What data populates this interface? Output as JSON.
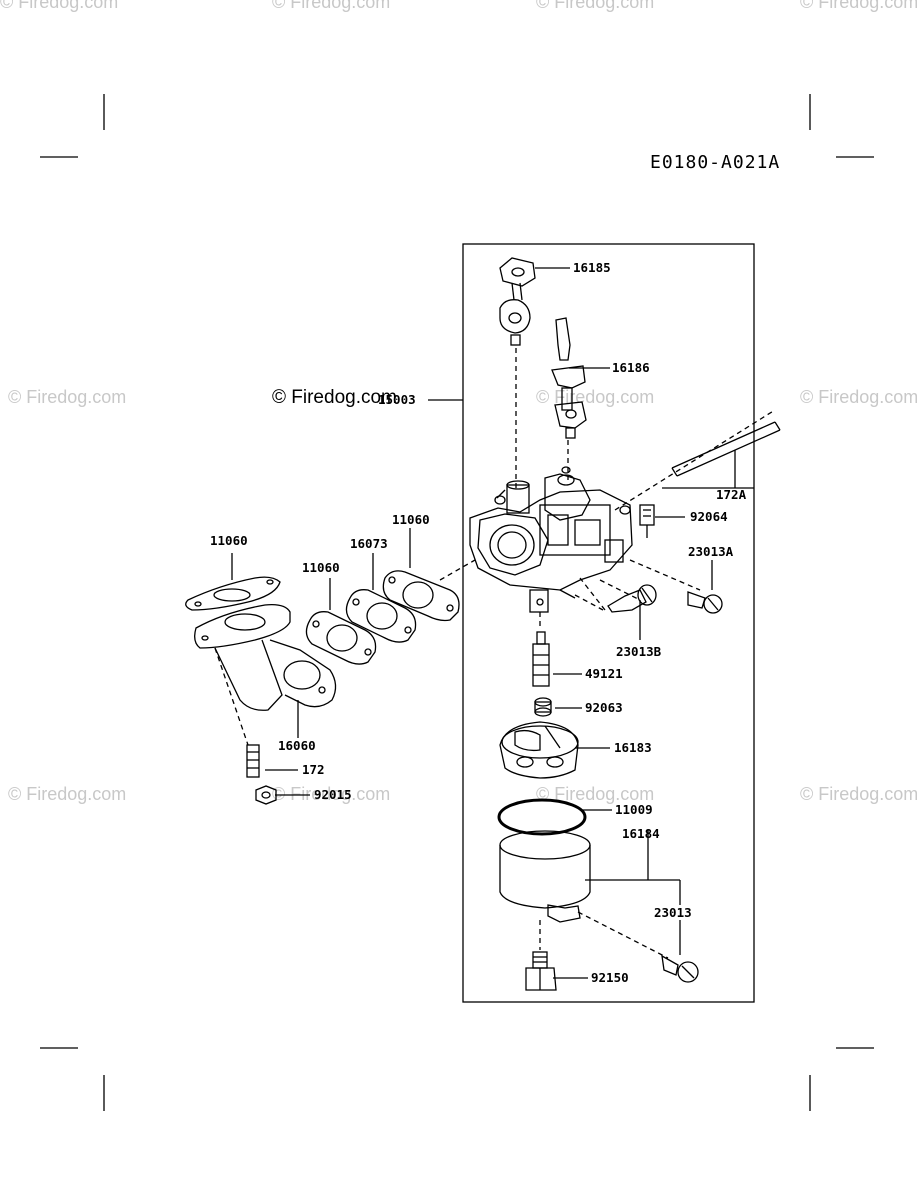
{
  "diagram_code": "E0180-A021A",
  "watermark_text": "© Firedog.com",
  "callouts": {
    "p16185": "16185",
    "p16186": "16186",
    "p15003": "15003",
    "p172A": "172A",
    "p92064": "92064",
    "p23013A": "23013A",
    "p23013B": "23013B",
    "p11060a": "11060",
    "p11060b": "11060",
    "p11060c": "11060",
    "p16073": "16073",
    "p16060": "16060",
    "p172": "172",
    "p92015": "92015",
    "p49121": "49121",
    "p92063": "92063",
    "p16183": "16183",
    "p11009": "11009",
    "p16184": "16184",
    "p23013": "23013",
    "p92150": "92150"
  },
  "colors": {
    "line": "#000000",
    "watermark": "#c8c8c8",
    "paper": "#ffffff"
  }
}
